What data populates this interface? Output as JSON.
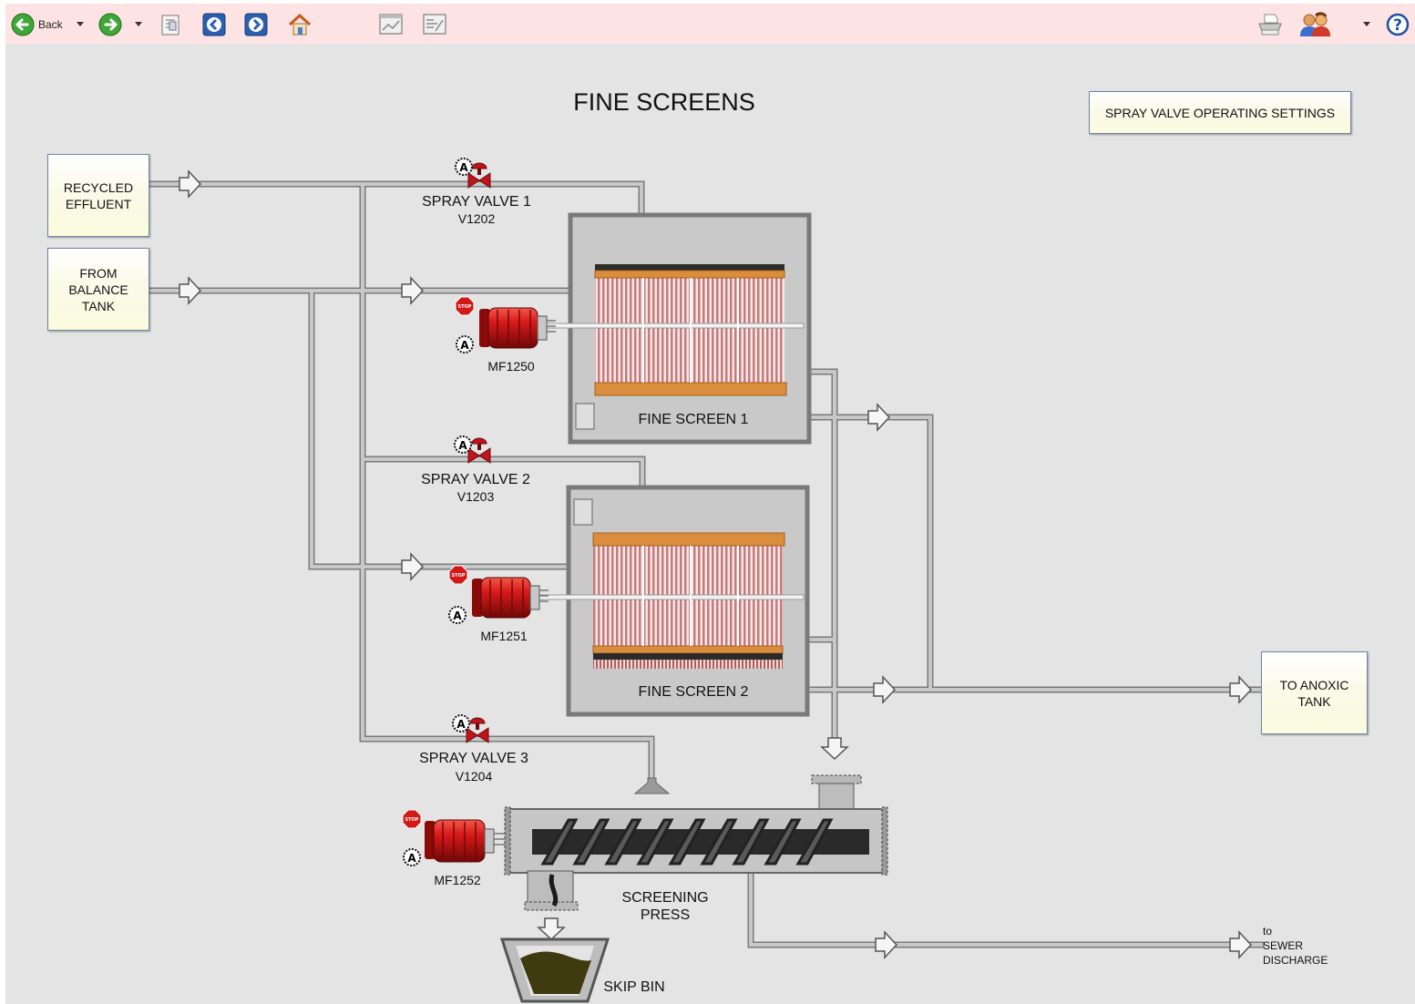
{
  "toolbar": {
    "back_label": "Back",
    "icons": [
      "back-arrow-icon",
      "dropdown-arrow-icon",
      "forward-arrow-icon",
      "dropdown-arrow-icon",
      "document-icon",
      "previous-page-icon",
      "next-page-icon",
      "home-icon",
      "chart-window-icon",
      "trend-icon",
      "printer-icon",
      "users-icon",
      "dropdown-arrow-icon",
      "help-icon"
    ]
  },
  "page": {
    "title": "FINE SCREENS",
    "settings_button": "SPRAY VALVE OPERATING SETTINGS"
  },
  "sources": {
    "recycled": [
      "RECYCLED",
      "EFFLUENT"
    ],
    "balance": [
      "FROM",
      "BALANCE",
      "TANK"
    ]
  },
  "destinations": {
    "anoxic": [
      "TO ANOXIC",
      "TANK"
    ],
    "sewer": [
      "to",
      "SEWER",
      "DISCHARGE"
    ]
  },
  "valves": [
    {
      "name": "SPRAY VALVE 1",
      "tag": "V1202",
      "mode": "A"
    },
    {
      "name": "SPRAY VALVE 2",
      "tag": "V1203",
      "mode": "A"
    },
    {
      "name": "SPRAY VALVE 3",
      "tag": "V1204",
      "mode": "A"
    }
  ],
  "motors": [
    {
      "tag": "MF1250",
      "mode": "A",
      "status": "STOP"
    },
    {
      "tag": "MF1251",
      "mode": "A",
      "status": "STOP"
    },
    {
      "tag": "MF1252",
      "mode": "A",
      "status": "STOP"
    }
  ],
  "equipment": {
    "screen1": "FINE SCREEN 1",
    "screen2": "FINE SCREEN 2",
    "press": [
      "SCREENING",
      "PRESS"
    ],
    "skip": "SKIP BIN"
  },
  "colors": {
    "toolbar_bg": "#fde3e3",
    "canvas_bg": "#e4e4e4",
    "pipe": "#a8a8a8",
    "motor_red": "#d81a1a",
    "valve_red": "#c0141c",
    "screen_orange": "#d98d3d",
    "skip_content": "#3f3a0f"
  }
}
